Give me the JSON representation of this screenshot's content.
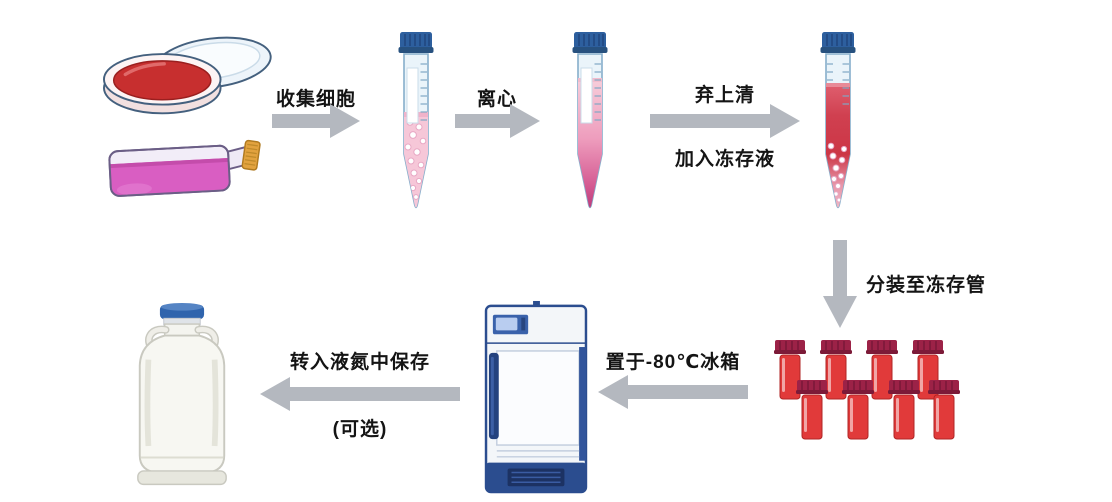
{
  "diagram": {
    "background": "#ffffff",
    "arrow_color": "#b4b8bf",
    "text_color": "#141414"
  },
  "labels": {
    "collect_cells": "收集细胞",
    "centrifuge": "离心",
    "discard_supernatant": "弃上清",
    "add_cryoprotectant": "加入冻存液",
    "aliquot_to_cryovials": "分装至冻存管",
    "place_in_minus80_freezer": "置于-80℃冰箱",
    "transfer_to_liquid_nitrogen": "转入液氮中保存",
    "optional": "(可选)"
  },
  "icons": {
    "petri_dish": "petri-dish-with-red-medium",
    "culture_flask": "t-flask-with-pink-medium",
    "tube_cell_suspension": "centrifuge-tube-cell-suspension",
    "tube_after_centrifugation": "centrifuge-tube-after-centrifugation",
    "tube_with_cryoprotectant": "centrifuge-tube-with-cryoprotectant",
    "cryovials": "cryovial-cluster",
    "ult_freezer": "minus-80-ultra-low-freezer",
    "nitrogen_tank": "liquid-nitrogen-dewar",
    "arrows": [
      "arrow-right-icon",
      "arrow-down-icon",
      "arrow-left-icon"
    ]
  },
  "palette": {
    "tube_cap_blue": "#2d5f9e",
    "liquid_pink": "#f6c7d8",
    "liquid_magenta": "#cf4484",
    "liquid_red": "#d64052",
    "dish_medium_red": "#c72f2f",
    "flask_medium_pink": "#d95ec2",
    "flask_cap_orange": "#e2a23e",
    "cryovial_cap_maroon": "#9c2247",
    "cryovial_body_red": "#e13a3a",
    "freezer_navy": "#2b4d8f",
    "dewar_cap_blue": "#2f64ad"
  }
}
